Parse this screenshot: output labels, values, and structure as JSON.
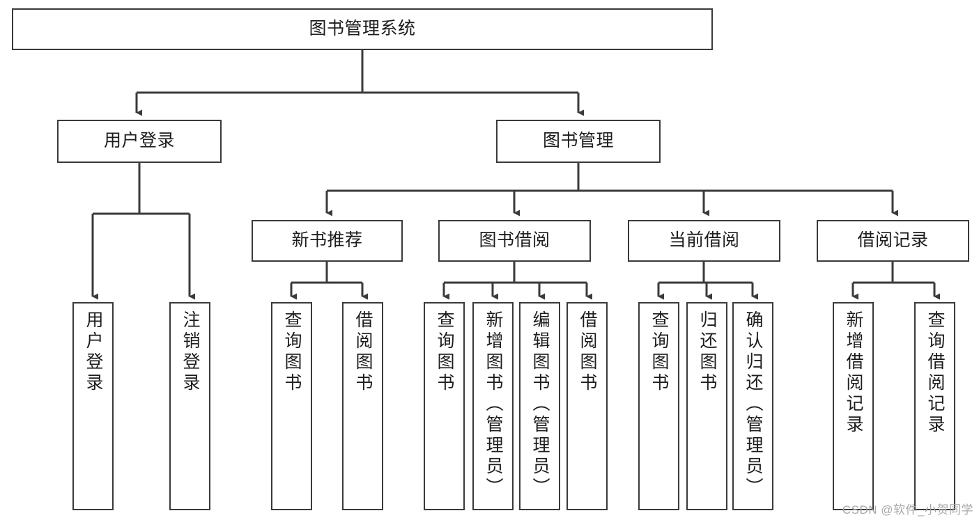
{
  "diagram": {
    "title": "图书管理系统",
    "type": "tree-hierarchy-chart",
    "colors": {
      "border": "#3a3a3a",
      "fill": "#ffffff",
      "text": "#1d1d1d",
      "watermark": "#a8a8a8"
    },
    "root": {
      "label": "图书管理系统"
    },
    "level2": [
      {
        "label": "用户登录"
      },
      {
        "label": "图书管理"
      }
    ],
    "level3": [
      {
        "label": "新书推荐"
      },
      {
        "label": "图书借阅"
      },
      {
        "label": "当前借阅"
      },
      {
        "label": "借阅记录"
      }
    ],
    "leaves": {
      "user_login": [
        {
          "label": "用户登录"
        },
        {
          "label": "注销登录"
        }
      ],
      "new_book_recommend": [
        {
          "label": "查询图书"
        },
        {
          "label": "借阅图书"
        }
      ],
      "book_borrow": [
        {
          "label": "查询图书"
        },
        {
          "label": "新增图书（管理员）"
        },
        {
          "label": "编辑图书（管理员）"
        },
        {
          "label": "借阅图书"
        }
      ],
      "current_borrow": [
        {
          "label": "查询图书"
        },
        {
          "label": "归还图书"
        },
        {
          "label": "确认归还（管理员）"
        }
      ],
      "borrow_record": [
        {
          "label": "新增借阅记录"
        },
        {
          "label": "查询借阅记录"
        }
      ]
    }
  },
  "watermark": {
    "text": "CSDN @软件_小贺同学"
  }
}
